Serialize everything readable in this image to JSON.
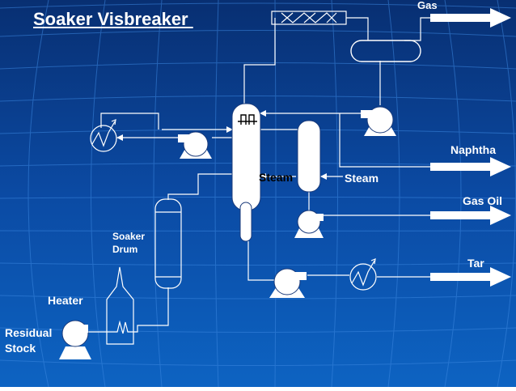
{
  "title": "Soaker Visbreaker ",
  "labels": {
    "gas": "Gas",
    "naphtha": "Naphtha",
    "gas_oil": "Gas Oil",
    "tar": "Tar",
    "steam_left": "Steam",
    "steam_right": "Steam",
    "soaker_drum_line1": "Soaker",
    "soaker_drum_line2": "Drum",
    "heater": "Heater",
    "residual_stock_line1": "Residual",
    "residual_stock_line2": "Stock"
  },
  "colors": {
    "background_top": "#0a3d8c",
    "background_bottom": "#0c5cb8",
    "grid_line": "#3f8ee8",
    "equipment_fill": "#ffffff",
    "line": "#ffffff"
  }
}
